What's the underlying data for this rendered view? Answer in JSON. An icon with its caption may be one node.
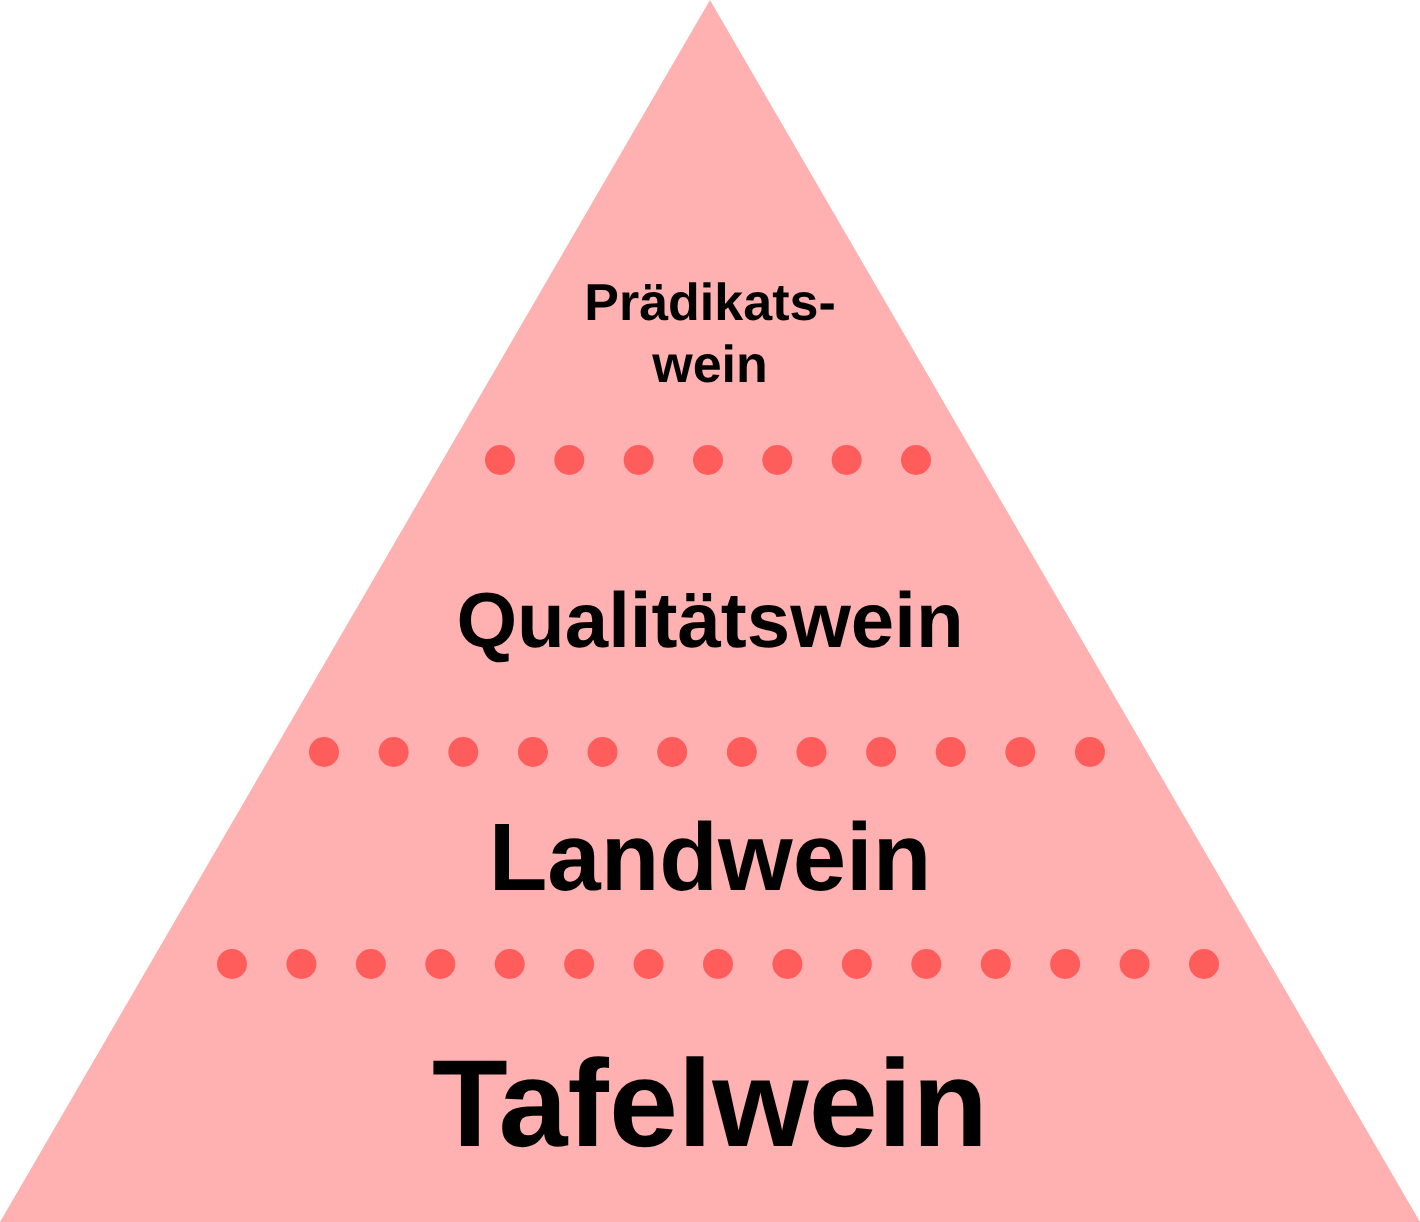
{
  "diagram": {
    "nodes": [
      {
        "text": [
          "Prädikats- wein"
        ]
      },
      {
        "text": [
          "Qualitätswein"
        ]
      },
      {
        "text": [
          "Landwein"
        ]
      },
      {
        "text": [
          "Tafelwein"
        ]
      }
    ]
  }
}
